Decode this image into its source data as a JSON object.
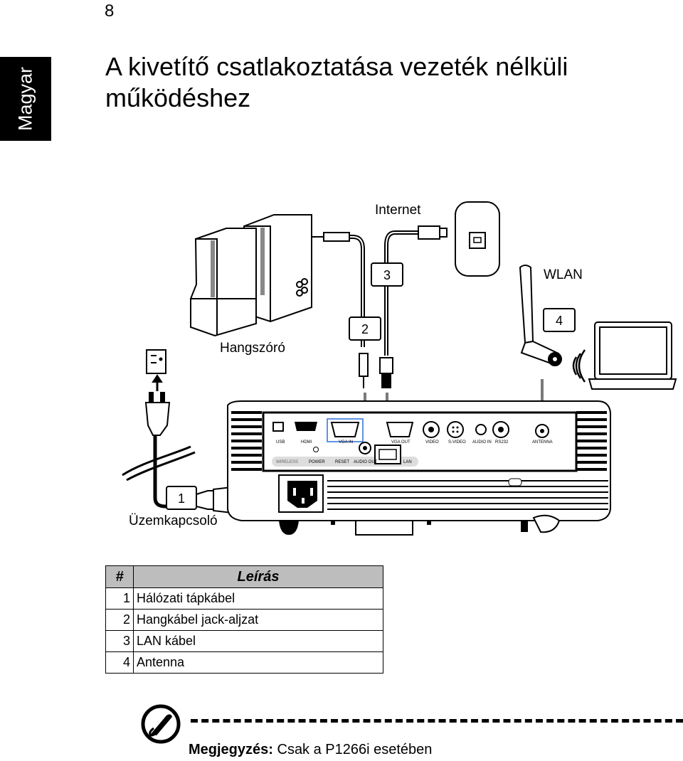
{
  "page": {
    "number": "8",
    "language_tab": "Magyar"
  },
  "title": "A kivetítő csatlakoztatása vezeték nélküli működéshez",
  "diagram": {
    "labels": {
      "internet": "Internet",
      "wlan": "WLAN",
      "speaker": "Hangszóró",
      "power_switch": "Üzemkapcsoló"
    },
    "callouts": [
      "1",
      "2",
      "3",
      "4"
    ],
    "ports": [
      "USB",
      "HDMI",
      "VGA IN",
      "VGA OUT",
      "VIDEO",
      "S-VIDEO",
      "AUDIO IN",
      "RS232",
      "ANTENNA"
    ],
    "indicators": [
      "WIRELESS",
      "POWER",
      "RESET",
      "AUDIO OUT",
      "LAN"
    ]
  },
  "table": {
    "headers": {
      "num": "#",
      "desc": "Leírás"
    },
    "rows": [
      {
        "num": "1",
        "desc": "Hálózati tápkábel"
      },
      {
        "num": "2",
        "desc": "Hangkábel jack-aljzat"
      },
      {
        "num": "3",
        "desc": "LAN kábel"
      },
      {
        "num": "4",
        "desc": "Antenna"
      }
    ]
  },
  "note": {
    "label": "Megjegyzés:",
    "text": " Csak a P1266i esetében"
  }
}
